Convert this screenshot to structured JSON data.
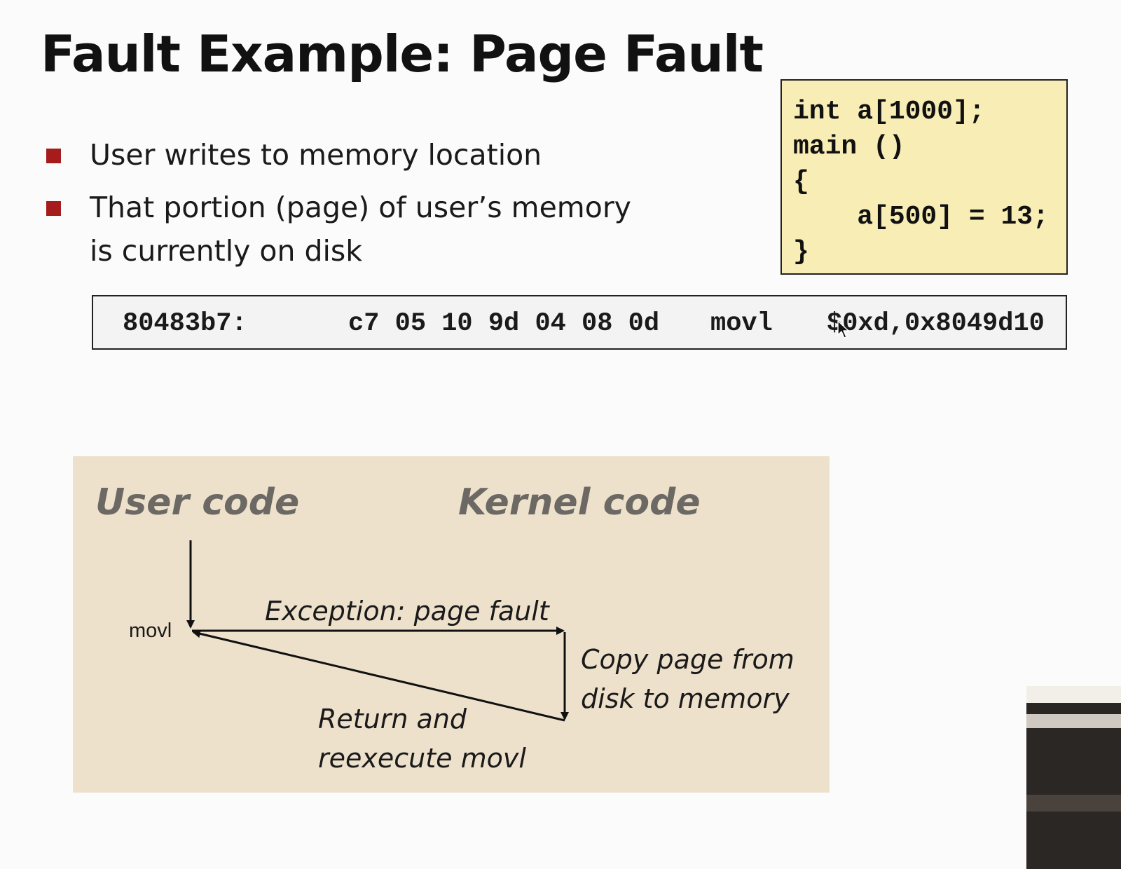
{
  "slide": {
    "title": "Fault Example: Page Fault",
    "bullets": [
      "User writes to memory location",
      "That portion (page) of user’s memory\nis currently on disk"
    ]
  },
  "code_box": {
    "lines": [
      "int a[1000];",
      "main ()",
      "{",
      "    a[500] = 13;",
      "}"
    ]
  },
  "assembly": {
    "address": "80483b7:",
    "bytes": "c7 05 10 9d 04 08 0d",
    "opcode": "movl",
    "operands": "$0xd,0x8049d10"
  },
  "diagram": {
    "user_heading": "User code",
    "kernel_heading": "Kernel code",
    "instruction_label": "movl",
    "exception_label": "Exception: page fault",
    "copy_label": "Copy page from\ndisk to memory",
    "return_label": "Return and\nreexecute movl"
  },
  "colors": {
    "bullet_marker": "#a61c1c",
    "code_box_background": "#f8eeb5",
    "diagram_background": "#eee1cc",
    "heading_text": "#6c6964"
  },
  "icons": {
    "pointer": "mouse-pointer-icon",
    "bullet": "square-bullet-icon"
  }
}
